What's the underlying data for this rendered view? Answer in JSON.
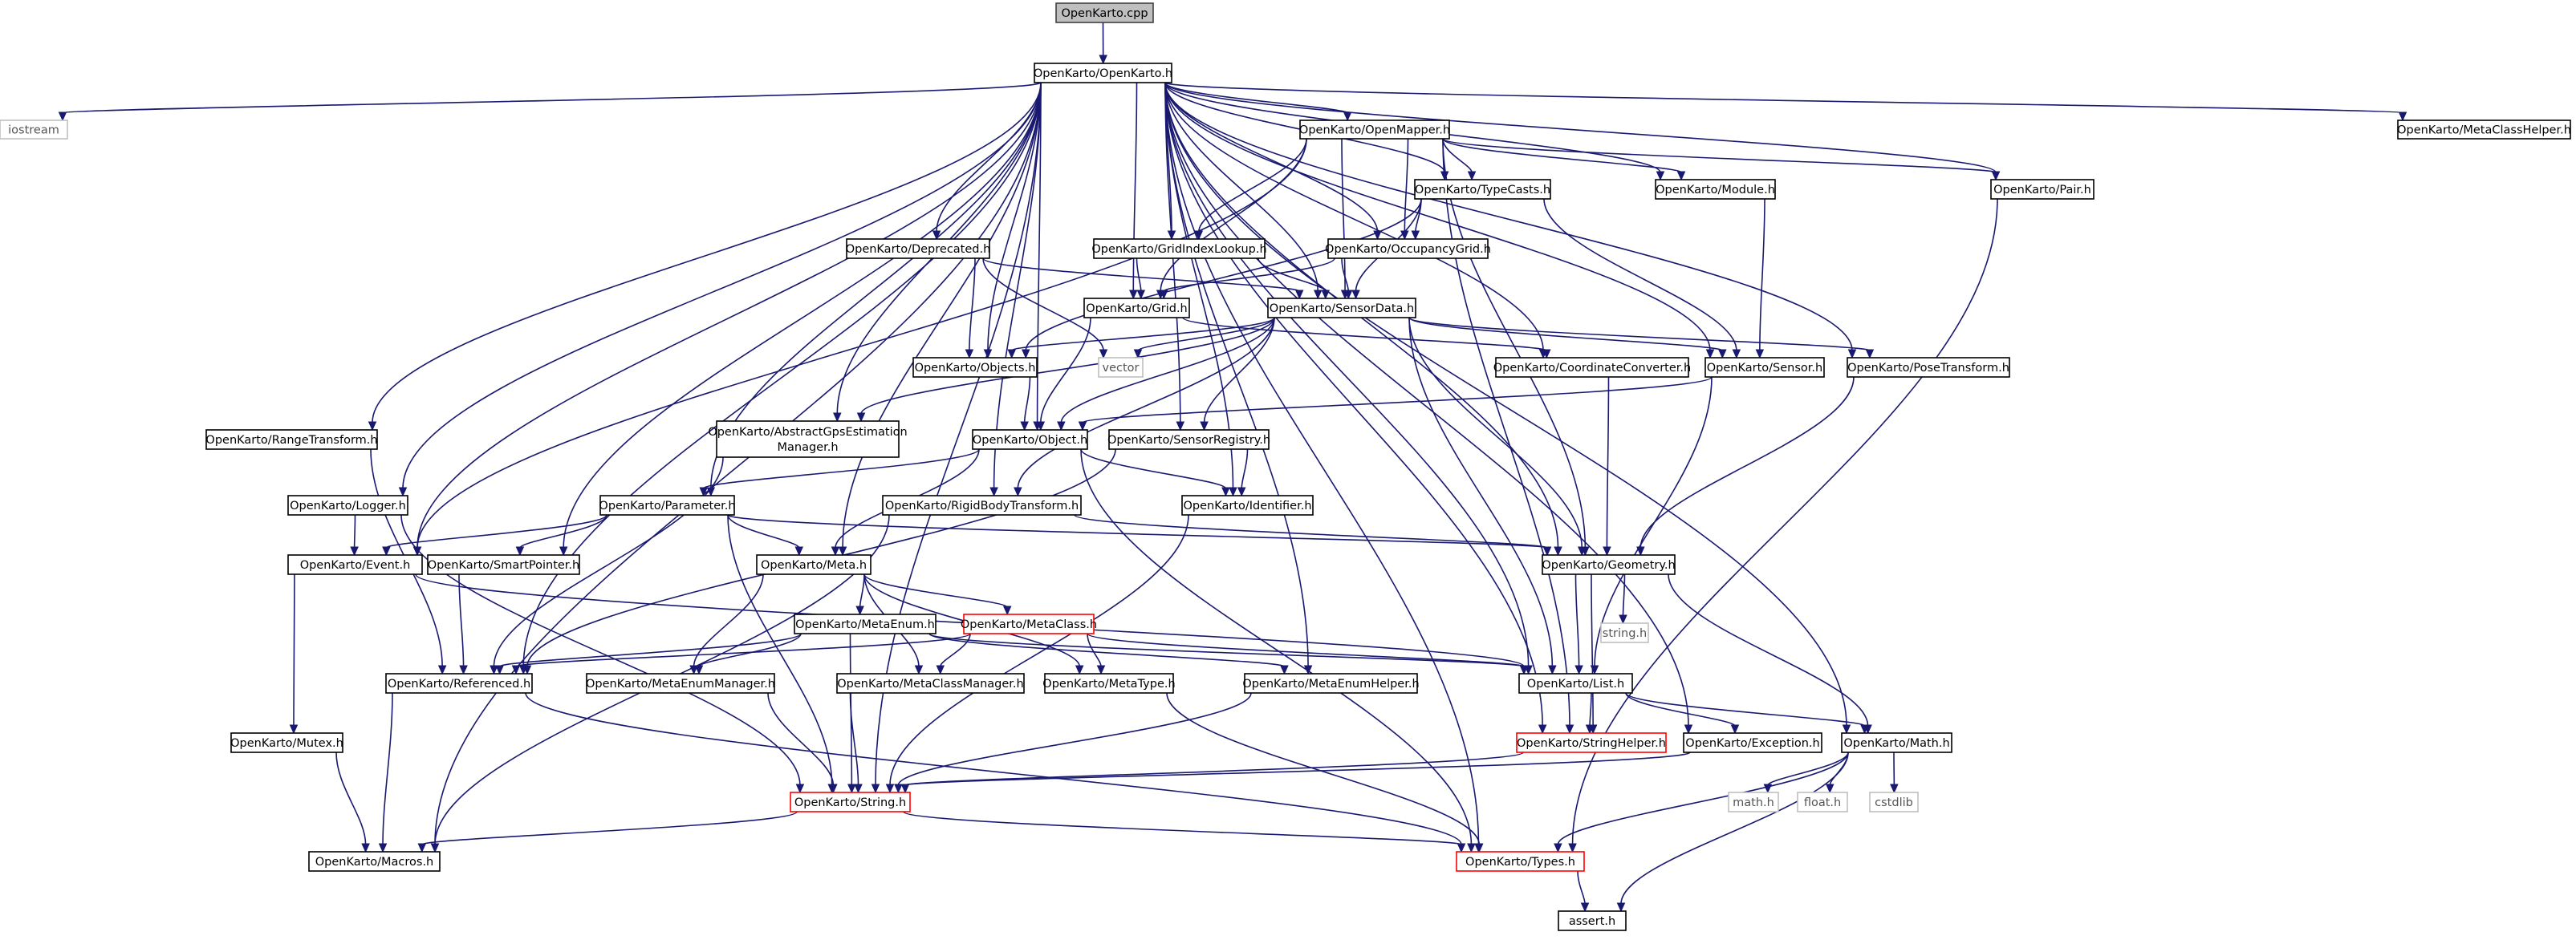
{
  "title": "OpenKarto.cpp",
  "nodes": [
    {
      "id": "root",
      "label": "OpenKarto.cpp",
      "kind": "root"
    },
    {
      "id": "openkarto_h",
      "label": "OpenKarto/OpenKarto.h",
      "kind": "normal"
    },
    {
      "id": "iostream",
      "label": "iostream",
      "kind": "external"
    },
    {
      "id": "metaclasshelper",
      "label": "OpenKarto/MetaClassHelper.h",
      "kind": "normal"
    },
    {
      "id": "openmapper",
      "label": "OpenKarto/OpenMapper.h",
      "kind": "normal"
    },
    {
      "id": "typecasts",
      "label": "OpenKarto/TypeCasts.h",
      "kind": "normal"
    },
    {
      "id": "module",
      "label": "OpenKarto/Module.h",
      "kind": "normal"
    },
    {
      "id": "pair",
      "label": "OpenKarto/Pair.h",
      "kind": "normal"
    },
    {
      "id": "deprecated",
      "label": "OpenKarto/Deprecated.h",
      "kind": "normal"
    },
    {
      "id": "gridindexlookup",
      "label": "OpenKarto/GridIndexLookup.h",
      "kind": "normal"
    },
    {
      "id": "occupancygrid",
      "label": "OpenKarto/OccupancyGrid.h",
      "kind": "normal"
    },
    {
      "id": "grid",
      "label": "OpenKarto/Grid.h",
      "kind": "normal"
    },
    {
      "id": "sensordata",
      "label": "OpenKarto/SensorData.h",
      "kind": "normal"
    },
    {
      "id": "objects",
      "label": "OpenKarto/Objects.h",
      "kind": "normal"
    },
    {
      "id": "vector",
      "label": "vector",
      "kind": "external"
    },
    {
      "id": "coordconv",
      "label": "OpenKarto/CoordinateConverter.h",
      "kind": "normal"
    },
    {
      "id": "sensor",
      "label": "OpenKarto/Sensor.h",
      "kind": "normal"
    },
    {
      "id": "posetransform",
      "label": "OpenKarto/PoseTransform.h",
      "kind": "normal"
    },
    {
      "id": "rangetransform",
      "label": "OpenKarto/RangeTransform.h",
      "kind": "normal"
    },
    {
      "id": "abstractgps",
      "label": "OpenKarto/AbstractGpsEstimation",
      "label2": "Manager.h",
      "kind": "normal"
    },
    {
      "id": "object",
      "label": "OpenKarto/Object.h",
      "kind": "normal"
    },
    {
      "id": "sensorregistry",
      "label": "OpenKarto/SensorRegistry.h",
      "kind": "normal"
    },
    {
      "id": "logger",
      "label": "OpenKarto/Logger.h",
      "kind": "normal"
    },
    {
      "id": "parameter",
      "label": "OpenKarto/Parameter.h",
      "kind": "normal"
    },
    {
      "id": "rigidbody",
      "label": "OpenKarto/RigidBodyTransform.h",
      "kind": "normal"
    },
    {
      "id": "identifier",
      "label": "OpenKarto/Identifier.h",
      "kind": "normal"
    },
    {
      "id": "event",
      "label": "OpenKarto/Event.h",
      "kind": "normal"
    },
    {
      "id": "smartpointer",
      "label": "OpenKarto/SmartPointer.h",
      "kind": "normal"
    },
    {
      "id": "meta",
      "label": "OpenKarto/Meta.h",
      "kind": "normal"
    },
    {
      "id": "geometry",
      "label": "OpenKarto/Geometry.h",
      "kind": "normal"
    },
    {
      "id": "metaenum",
      "label": "OpenKarto/MetaEnum.h",
      "kind": "normal"
    },
    {
      "id": "metaclass",
      "label": "OpenKarto/MetaClass.h",
      "kind": "truncated"
    },
    {
      "id": "string_ext",
      "label": "string.h",
      "kind": "external"
    },
    {
      "id": "referenced",
      "label": "OpenKarto/Referenced.h",
      "kind": "normal"
    },
    {
      "id": "metaenummanager",
      "label": "OpenKarto/MetaEnumManager.h",
      "kind": "normal"
    },
    {
      "id": "metaclassmanager",
      "label": "OpenKarto/MetaClassManager.h",
      "kind": "normal"
    },
    {
      "id": "metatype",
      "label": "OpenKarto/MetaType.h",
      "kind": "normal"
    },
    {
      "id": "metaenumhelper",
      "label": "OpenKarto/MetaEnumHelper.h",
      "kind": "normal"
    },
    {
      "id": "list",
      "label": "OpenKarto/List.h",
      "kind": "normal"
    },
    {
      "id": "mutex",
      "label": "OpenKarto/Mutex.h",
      "kind": "normal"
    },
    {
      "id": "stringhelper",
      "label": "OpenKarto/StringHelper.h",
      "kind": "truncated"
    },
    {
      "id": "exception",
      "label": "OpenKarto/Exception.h",
      "kind": "normal"
    },
    {
      "id": "math",
      "label": "OpenKarto/Math.h",
      "kind": "normal"
    },
    {
      "id": "math_ext",
      "label": "math.h",
      "kind": "external"
    },
    {
      "id": "float_ext",
      "label": "float.h",
      "kind": "external"
    },
    {
      "id": "cstdlib",
      "label": "cstdlib",
      "kind": "external"
    },
    {
      "id": "string",
      "label": "OpenKarto/String.h",
      "kind": "truncated"
    },
    {
      "id": "macros",
      "label": "OpenKarto/Macros.h",
      "kind": "normal"
    },
    {
      "id": "types",
      "label": "OpenKarto/Types.h",
      "kind": "truncated"
    },
    {
      "id": "assert",
      "label": "assert.h",
      "kind": "normal"
    }
  ],
  "edges": [
    [
      "root",
      "openkarto_h"
    ],
    [
      "openkarto_h",
      "iostream"
    ],
    [
      "openkarto_h",
      "metaclasshelper"
    ],
    [
      "openkarto_h",
      "openmapper"
    ],
    [
      "openkarto_h",
      "typecasts"
    ],
    [
      "openkarto_h",
      "module"
    ],
    [
      "openkarto_h",
      "pair"
    ],
    [
      "openkarto_h",
      "deprecated"
    ],
    [
      "openkarto_h",
      "gridindexlookup"
    ],
    [
      "openkarto_h",
      "occupancygrid"
    ],
    [
      "openkarto_h",
      "grid"
    ],
    [
      "openkarto_h",
      "sensordata"
    ],
    [
      "openkarto_h",
      "objects"
    ],
    [
      "openkarto_h",
      "coordconv"
    ],
    [
      "openkarto_h",
      "sensor"
    ],
    [
      "openkarto_h",
      "posetransform"
    ],
    [
      "openkarto_h",
      "rangetransform"
    ],
    [
      "openkarto_h",
      "abstractgps"
    ],
    [
      "openkarto_h",
      "object"
    ],
    [
      "openkarto_h",
      "sensorregistry"
    ],
    [
      "openkarto_h",
      "logger"
    ],
    [
      "openkarto_h",
      "parameter"
    ],
    [
      "openkarto_h",
      "rigidbody"
    ],
    [
      "openkarto_h",
      "identifier"
    ],
    [
      "openkarto_h",
      "event"
    ],
    [
      "openkarto_h",
      "smartpointer"
    ],
    [
      "openkarto_h",
      "meta"
    ],
    [
      "openkarto_h",
      "geometry"
    ],
    [
      "openkarto_h",
      "referenced"
    ],
    [
      "openkarto_h",
      "metaenumhelper"
    ],
    [
      "openkarto_h",
      "list"
    ],
    [
      "openkarto_h",
      "stringhelper"
    ],
    [
      "openkarto_h",
      "exception"
    ],
    [
      "openkarto_h",
      "math"
    ],
    [
      "openkarto_h",
      "string"
    ],
    [
      "openkarto_h",
      "macros"
    ],
    [
      "openkarto_h",
      "types"
    ],
    [
      "openmapper",
      "typecasts"
    ],
    [
      "openmapper",
      "module"
    ],
    [
      "openmapper",
      "pair"
    ],
    [
      "openmapper",
      "gridindexlookup"
    ],
    [
      "openmapper",
      "occupancygrid"
    ],
    [
      "openmapper",
      "grid"
    ],
    [
      "openmapper",
      "sensordata"
    ],
    [
      "openmapper",
      "event"
    ],
    [
      "openmapper",
      "geometry"
    ],
    [
      "openmapper",
      "stringhelper"
    ],
    [
      "typecasts",
      "occupancygrid"
    ],
    [
      "typecasts",
      "sensor"
    ],
    [
      "typecasts",
      "objects"
    ],
    [
      "typecasts",
      "sensordata"
    ],
    [
      "module",
      "sensor"
    ],
    [
      "pair",
      "types"
    ],
    [
      "deprecated",
      "sensordata"
    ],
    [
      "deprecated",
      "objects"
    ],
    [
      "deprecated",
      "vector"
    ],
    [
      "gridindexlookup",
      "grid"
    ],
    [
      "gridindexlookup",
      "sensordata"
    ],
    [
      "occupancygrid",
      "grid"
    ],
    [
      "occupancygrid",
      "sensordata"
    ],
    [
      "grid",
      "object"
    ],
    [
      "grid",
      "coordconv"
    ],
    [
      "sensordata",
      "objects"
    ],
    [
      "sensordata",
      "vector"
    ],
    [
      "sensordata",
      "sensor"
    ],
    [
      "sensordata",
      "posetransform"
    ],
    [
      "sensordata",
      "abstractgps"
    ],
    [
      "sensordata",
      "object"
    ],
    [
      "sensordata",
      "sensorregistry"
    ],
    [
      "sensordata",
      "rigidbody"
    ],
    [
      "sensordata",
      "geometry"
    ],
    [
      "sensordata",
      "list"
    ],
    [
      "objects",
      "object"
    ],
    [
      "coordconv",
      "geometry"
    ],
    [
      "sensor",
      "object"
    ],
    [
      "sensor",
      "list"
    ],
    [
      "posetransform",
      "geometry"
    ],
    [
      "rangetransform",
      "referenced"
    ],
    [
      "abstractgps",
      "referenced"
    ],
    [
      "object",
      "parameter"
    ],
    [
      "object",
      "identifier"
    ],
    [
      "object",
      "meta"
    ],
    [
      "object",
      "types"
    ],
    [
      "sensorregistry",
      "identifier"
    ],
    [
      "sensorregistry",
      "referenced"
    ],
    [
      "logger",
      "event"
    ],
    [
      "logger",
      "string"
    ],
    [
      "parameter",
      "event"
    ],
    [
      "parameter",
      "smartpointer"
    ],
    [
      "parameter",
      "meta"
    ],
    [
      "parameter",
      "geometry"
    ],
    [
      "parameter",
      "string"
    ],
    [
      "rigidbody",
      "geometry"
    ],
    [
      "rigidbody",
      "macros"
    ],
    [
      "identifier",
      "string"
    ],
    [
      "event",
      "mutex"
    ],
    [
      "event",
      "list"
    ],
    [
      "smartpointer",
      "referenced"
    ],
    [
      "meta",
      "metaenum"
    ],
    [
      "meta",
      "metaclass"
    ],
    [
      "meta",
      "metaenummanager"
    ],
    [
      "meta",
      "metaclassmanager"
    ],
    [
      "meta",
      "metatype"
    ],
    [
      "geometry",
      "string_ext"
    ],
    [
      "geometry",
      "list"
    ],
    [
      "geometry",
      "stringhelper"
    ],
    [
      "geometry",
      "math"
    ],
    [
      "metaenum",
      "referenced"
    ],
    [
      "metaenum",
      "metaenummanager"
    ],
    [
      "metaenum",
      "metaenumhelper"
    ],
    [
      "metaenum",
      "list"
    ],
    [
      "metaenum",
      "string"
    ],
    [
      "metaclass",
      "referenced"
    ],
    [
      "metaclass",
      "metaclassmanager"
    ],
    [
      "metaclass",
      "metatype"
    ],
    [
      "metaclass",
      "list"
    ],
    [
      "referenced",
      "macros"
    ],
    [
      "referenced",
      "types"
    ],
    [
      "metaenummanager",
      "string"
    ],
    [
      "metaclassmanager",
      "string"
    ],
    [
      "metatype",
      "types"
    ],
    [
      "metaenumhelper",
      "string"
    ],
    [
      "list",
      "stringhelper"
    ],
    [
      "list",
      "exception"
    ],
    [
      "list",
      "math"
    ],
    [
      "mutex",
      "macros"
    ],
    [
      "stringhelper",
      "string"
    ],
    [
      "exception",
      "string"
    ],
    [
      "math",
      "math_ext"
    ],
    [
      "math",
      "float_ext"
    ],
    [
      "math",
      "cstdlib"
    ],
    [
      "math",
      "types"
    ],
    [
      "math",
      "assert"
    ],
    [
      "string",
      "macros"
    ],
    [
      "string",
      "types"
    ],
    [
      "types",
      "assert"
    ]
  ]
}
